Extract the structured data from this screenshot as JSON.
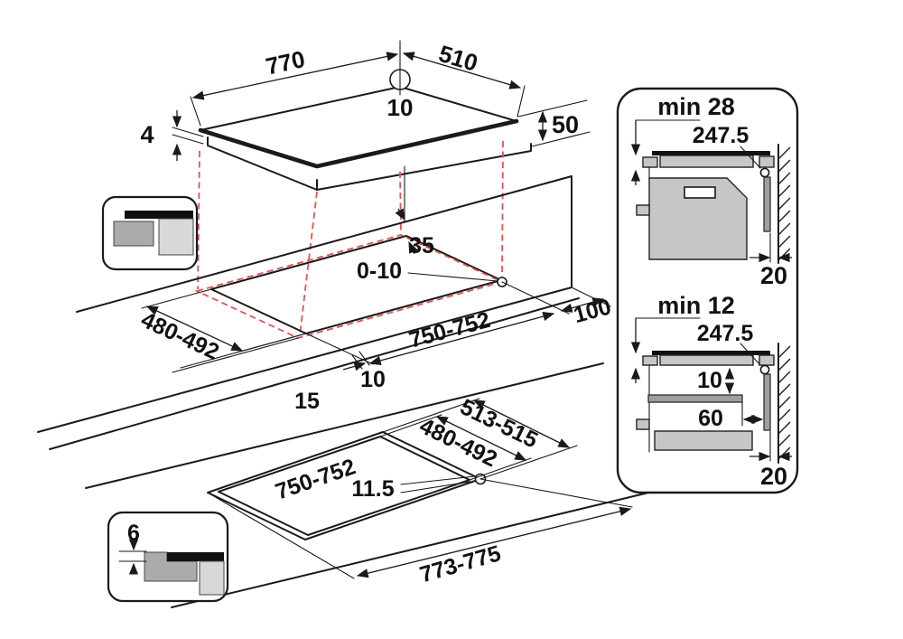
{
  "colors": {
    "line": "#1a1a1a",
    "projection_red": "#e25353",
    "glass_black": "#111111",
    "fill_light": "#d8d8d8",
    "fill_mid": "#c6c6c6",
    "fill_dark": "#9f9f9f"
  },
  "top_view": {
    "width": "770",
    "depth": "510",
    "rear_offset": "10",
    "glass_thickness": "4",
    "body_height": "50"
  },
  "cutout_view": {
    "rear_clearance": "35",
    "wall_gap": "0-10",
    "depth": "480-492",
    "width": "750-752",
    "side_margin": "100",
    "side_overhang": "10",
    "front_overhang": "15"
  },
  "flush_view": {
    "outer_depth": "513-515",
    "depth": "480-492",
    "width": "750-752",
    "ledge_width": "11.5",
    "outer_width": "773-775",
    "glass_step": "6"
  },
  "oven_panel": {
    "clearance": "min 28",
    "half_width": "247.5",
    "wall_gap": "20"
  },
  "drawer_panel": {
    "clearance": "min 12",
    "half_width": "247.5",
    "shelf_gap": "10",
    "shelf_recess": "60",
    "wall_gap": "20"
  }
}
